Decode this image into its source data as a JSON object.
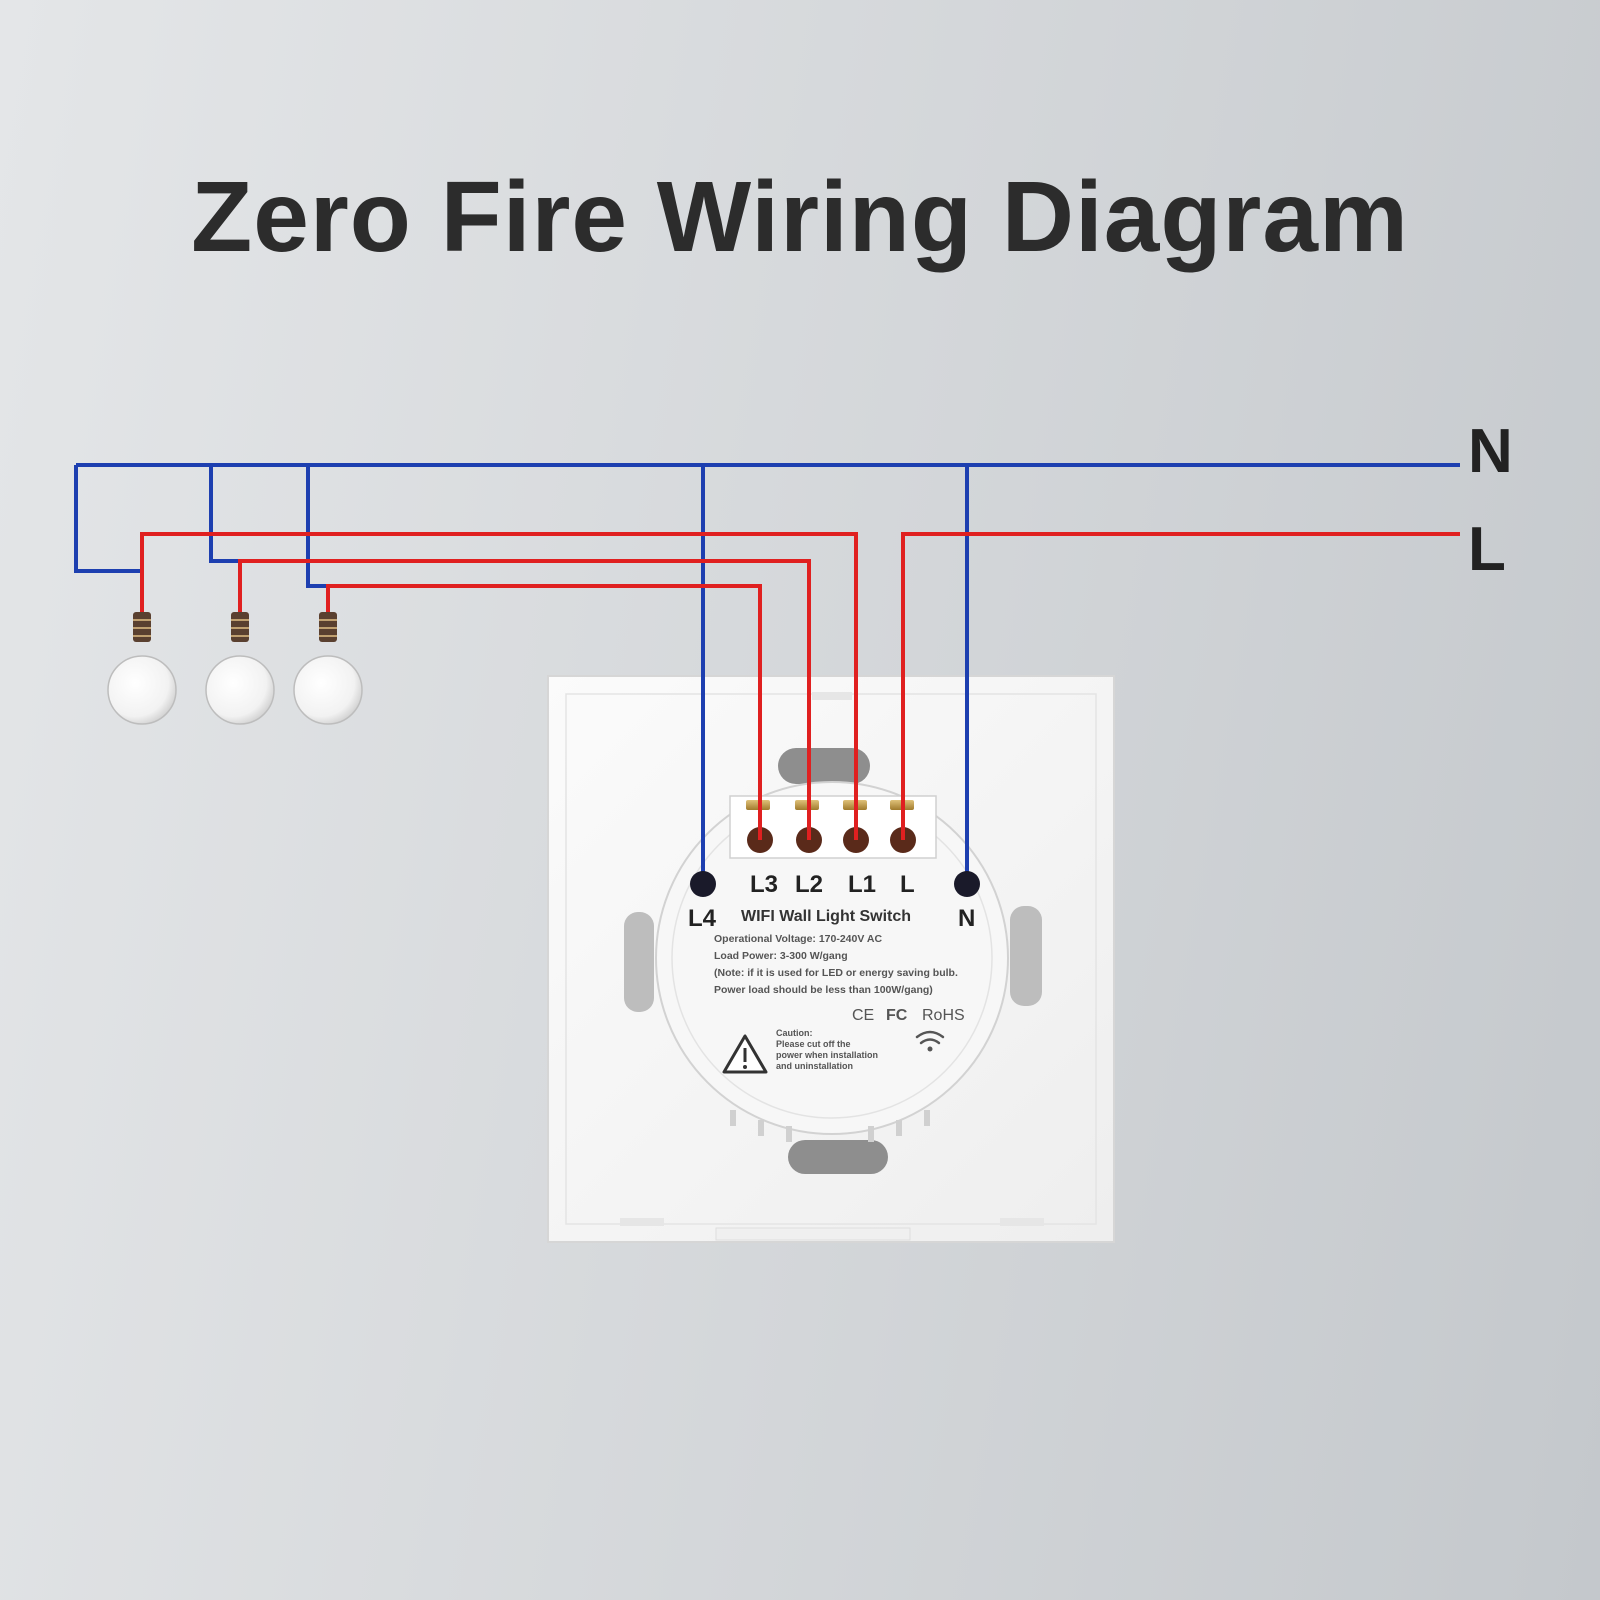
{
  "title": "Zero Fire Wiring Diagram",
  "lines": {
    "neutral": "N",
    "live": "L"
  },
  "terminals": {
    "l3": "L3",
    "l2": "L2",
    "l1": "L1",
    "l": "L",
    "l4": "L4",
    "n": "N"
  },
  "product": {
    "name": "WIFI Wall Light Switch",
    "specs": [
      "Operational Voltage: 170-240V AC",
      "Load Power: 3-300 W/gang",
      "(Note: if it is used for LED or energy saving bulb.",
      "Power load should be less than 100W/gang)"
    ],
    "certifications": {
      "ce": "CE",
      "fc": "FC",
      "rohs": "RoHS"
    },
    "caution": [
      "Caution:",
      "Please cut off the",
      "power when installation",
      "and uninstallation"
    ]
  },
  "colors": {
    "neutral_wire": "#1d3fb0",
    "live_wire": "#e02020",
    "title_text": "#2c2c2c"
  },
  "icons": [
    "light-bulb-icon",
    "wifi-icon",
    "warning-triangle-icon"
  ]
}
